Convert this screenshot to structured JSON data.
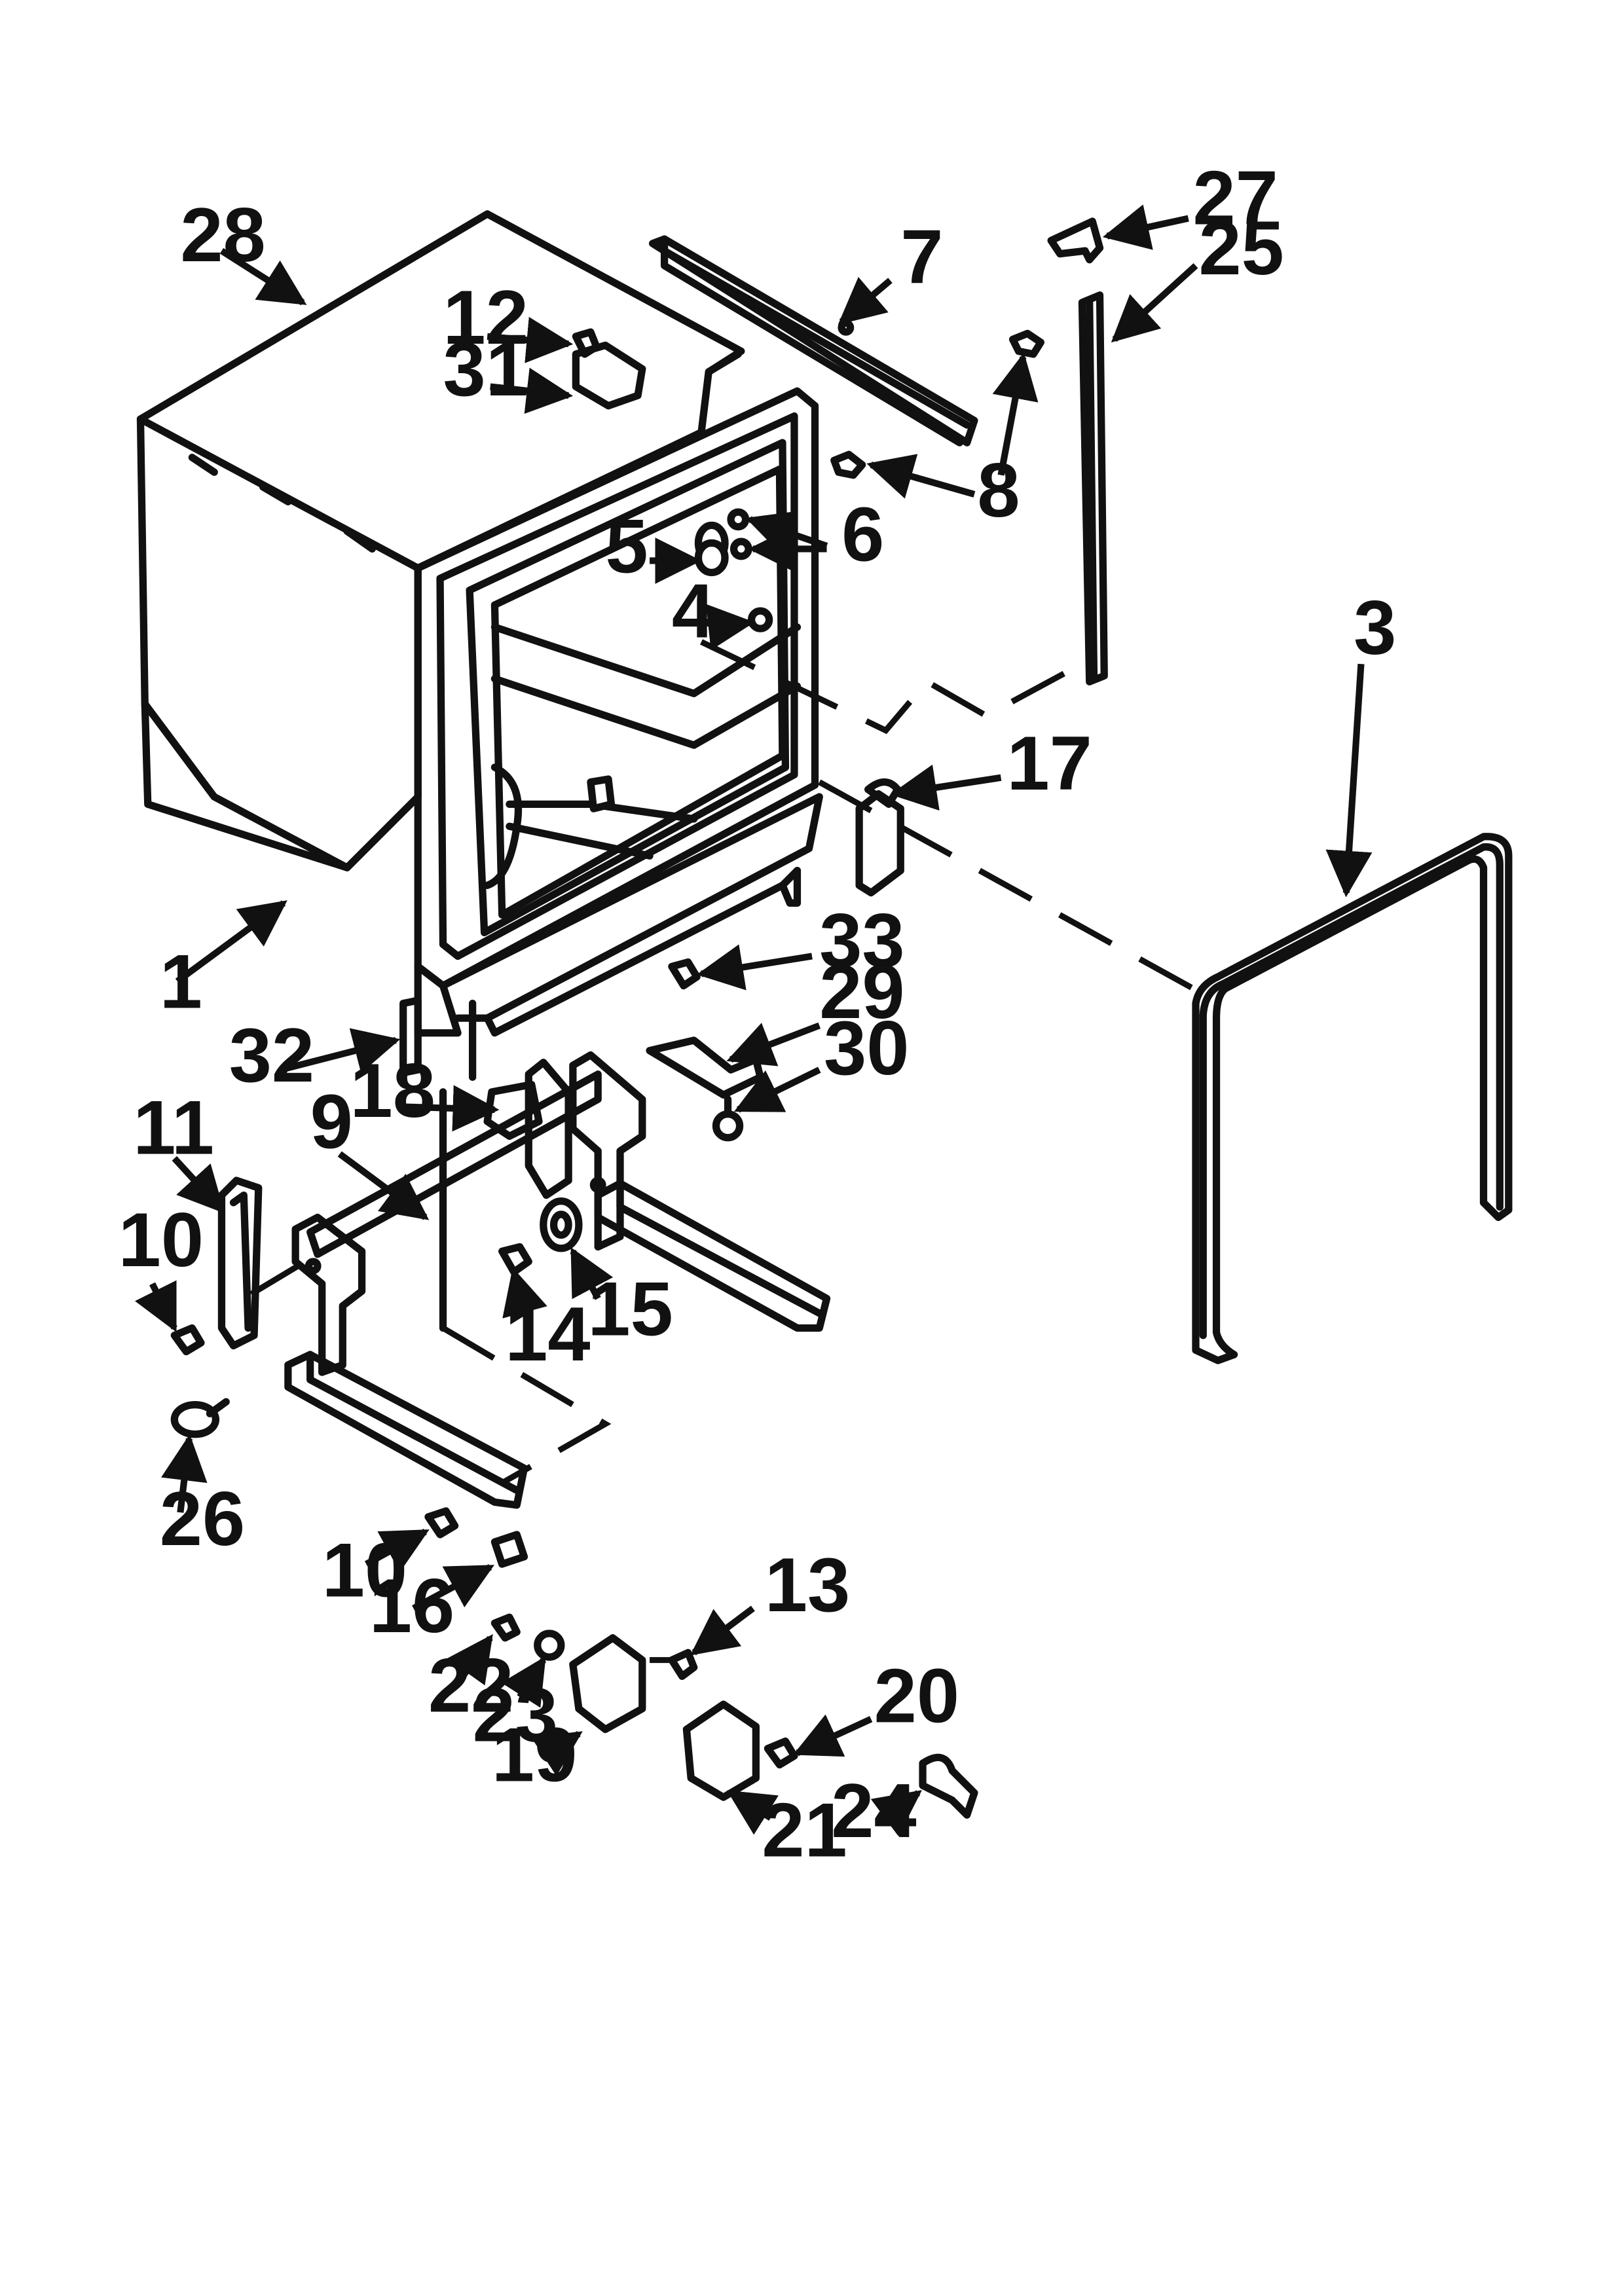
{
  "diagram": {
    "callouts": [
      {
        "id": "c1",
        "label": "1"
      },
      {
        "id": "c3",
        "label": "3"
      },
      {
        "id": "c4",
        "label": "4"
      },
      {
        "id": "c5",
        "label": "5"
      },
      {
        "id": "c6",
        "label": "6"
      },
      {
        "id": "c7",
        "label": "7"
      },
      {
        "id": "c8",
        "label": "8"
      },
      {
        "id": "c9",
        "label": "9"
      },
      {
        "id": "c10a",
        "label": "10"
      },
      {
        "id": "c10b",
        "label": "10"
      },
      {
        "id": "c11",
        "label": "11"
      },
      {
        "id": "c12",
        "label": "12"
      },
      {
        "id": "c13",
        "label": "13"
      },
      {
        "id": "c14",
        "label": "14"
      },
      {
        "id": "c15",
        "label": "15"
      },
      {
        "id": "c16",
        "label": "16"
      },
      {
        "id": "c17",
        "label": "17"
      },
      {
        "id": "c18",
        "label": "18"
      },
      {
        "id": "c19",
        "label": "19"
      },
      {
        "id": "c20",
        "label": "20"
      },
      {
        "id": "c21",
        "label": "21"
      },
      {
        "id": "c22",
        "label": "22"
      },
      {
        "id": "c23",
        "label": "23"
      },
      {
        "id": "c24",
        "label": "24"
      },
      {
        "id": "c25",
        "label": "25"
      },
      {
        "id": "c26",
        "label": "26"
      },
      {
        "id": "c27",
        "label": "27"
      },
      {
        "id": "c28",
        "label": "28"
      },
      {
        "id": "c29",
        "label": "29"
      },
      {
        "id": "c30",
        "label": "30"
      },
      {
        "id": "c31",
        "label": "31"
      },
      {
        "id": "c32",
        "label": "32"
      },
      {
        "id": "c33",
        "label": "33"
      }
    ]
  }
}
